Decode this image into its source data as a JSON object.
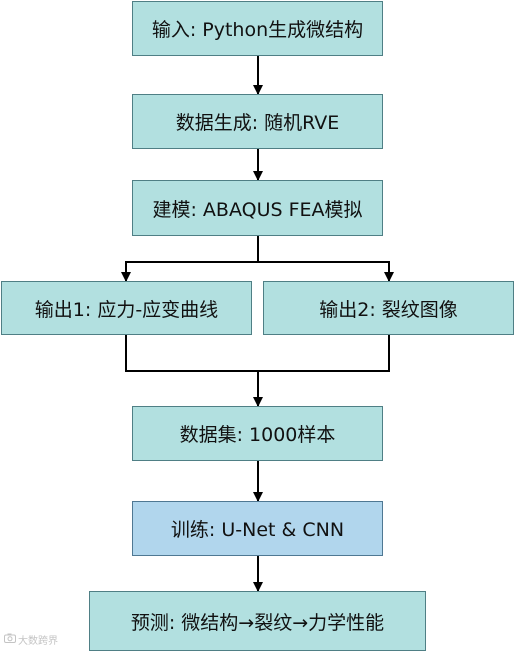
{
  "nodes": {
    "input": "输入: Python生成微结构",
    "data_gen": "数据生成: 随机RVE",
    "modeling": "建模: ABAQUS FEA模拟",
    "output1": "输出1: 应力-应变曲线",
    "output2": "输出2: 裂纹图像",
    "dataset": "数据集: 1000样本",
    "training": "训练: U-Net & CNN",
    "prediction": "预测: 微结构→裂纹→力学性能"
  },
  "colors": {
    "teal_fill": "#b2e0e0",
    "blue_fill": "#b1d6ed",
    "border": "#4f7f85",
    "connector": "#000000"
  },
  "watermark": {
    "icon": "camera-icon",
    "text": "大数跨界"
  }
}
